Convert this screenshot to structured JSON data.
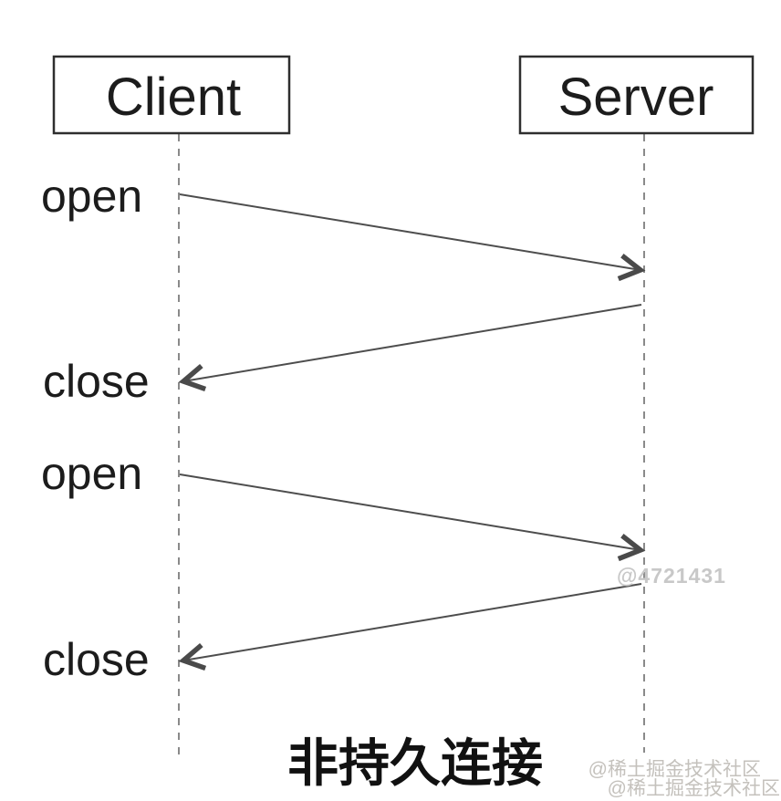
{
  "diagram": {
    "type": "sequence",
    "caption": "非持久连接",
    "actors": [
      {
        "name": "Client"
      },
      {
        "name": "Server"
      }
    ],
    "messages": [
      {
        "label": "open",
        "from": "Client",
        "to": "Server"
      },
      {
        "label": "close",
        "from": "Server",
        "to": "Client"
      },
      {
        "label": "open",
        "from": "Client",
        "to": "Server"
      },
      {
        "label": "close",
        "from": "Server",
        "to": "Client"
      }
    ],
    "colors": {
      "message_line": "#4d4d4d",
      "lifeline": "#8a8a8a",
      "actor_border": "#2e2e2e",
      "text": "#1c1c1c",
      "watermark_id": "#c8c8c8",
      "watermark_community": "#c4c1bc",
      "background": "#ffffff"
    }
  },
  "watermarks": {
    "user_id": "@4721431",
    "community": "@稀土掘金技术社区"
  }
}
